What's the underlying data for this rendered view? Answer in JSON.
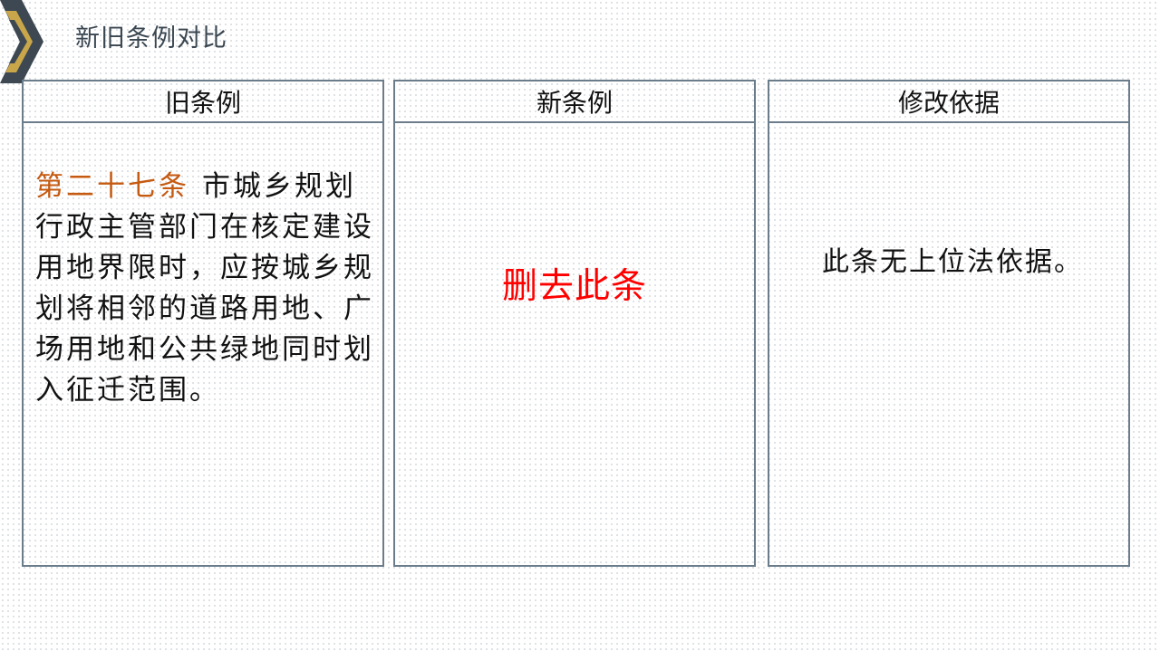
{
  "slide": {
    "title": "新旧条例对比"
  },
  "columns": {
    "old": {
      "header": "旧条例",
      "article_number": "第二十七条",
      "text": "市城乡规划行政主管部门在核定建设用地界限时，应按城乡规划将相邻的道路用地、广场用地和公共绿地同时划入征迁范围。"
    },
    "new": {
      "header": "新条例",
      "content": "删去此条"
    },
    "basis": {
      "header": "修改依据",
      "content": "此条无上位法依据。"
    }
  },
  "colors": {
    "accent_article": "#c55a11",
    "deleted_text": "#ff0000",
    "border": "#6b7c8a",
    "chevron_dark": "#3d4852",
    "chevron_gold": "#c9a64a"
  },
  "icons": {
    "corner": "chevron-icon"
  }
}
